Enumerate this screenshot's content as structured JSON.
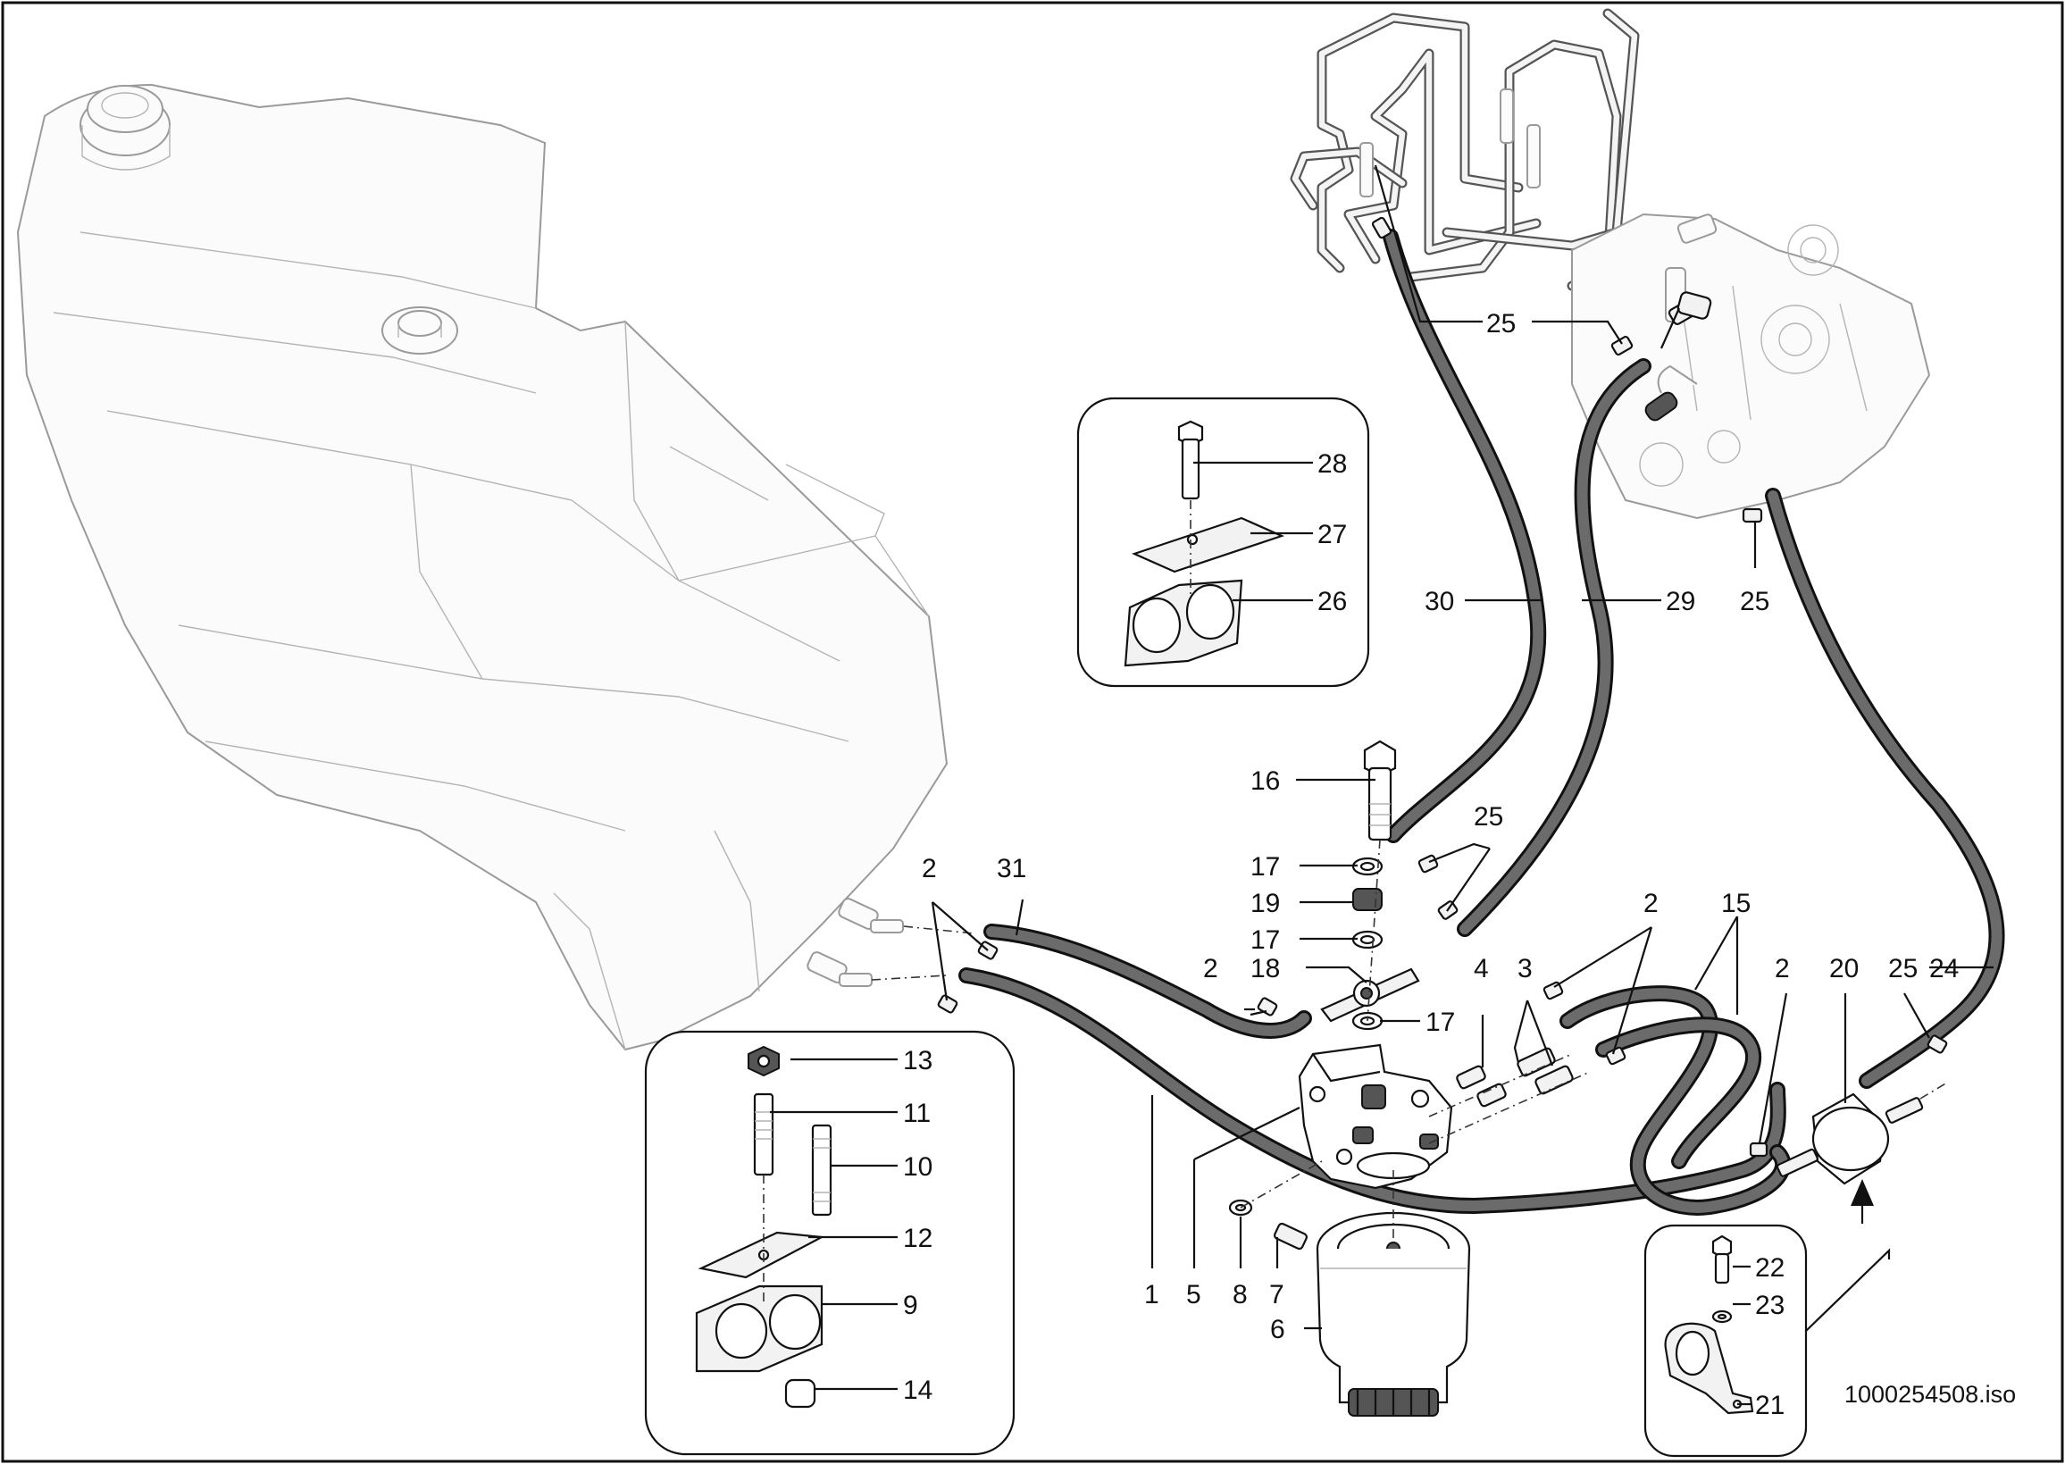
{
  "callouts": [
    {
      "id": "c-25-top",
      "text": "25"
    },
    {
      "id": "c-28",
      "text": "28"
    },
    {
      "id": "c-27",
      "text": "27"
    },
    {
      "id": "c-26",
      "text": "26"
    },
    {
      "id": "c-30",
      "text": "30"
    },
    {
      "id": "c-29",
      "text": "29"
    },
    {
      "id": "c-25-pump",
      "text": "25"
    },
    {
      "id": "c-16",
      "text": "16"
    },
    {
      "id": "c-25-mid",
      "text": "25"
    },
    {
      "id": "c-17-a",
      "text": "17"
    },
    {
      "id": "c-19",
      "text": "19"
    },
    {
      "id": "c-17-b",
      "text": "17"
    },
    {
      "id": "c-18",
      "text": "18"
    },
    {
      "id": "c-17-c",
      "text": "17"
    },
    {
      "id": "c-2-31",
      "text": "2"
    },
    {
      "id": "c-31",
      "text": "31"
    },
    {
      "id": "c-2-left",
      "text": "2"
    },
    {
      "id": "c-4",
      "text": "4"
    },
    {
      "id": "c-3",
      "text": "3"
    },
    {
      "id": "c-2-right",
      "text": "2"
    },
    {
      "id": "c-15",
      "text": "15"
    },
    {
      "id": "c-2-far",
      "text": "2"
    },
    {
      "id": "c-20",
      "text": "20"
    },
    {
      "id": "c-25-24",
      "text": "25"
    },
    {
      "id": "c-24",
      "text": "24"
    },
    {
      "id": "c-13",
      "text": "13"
    },
    {
      "id": "c-11",
      "text": "11"
    },
    {
      "id": "c-10",
      "text": "10"
    },
    {
      "id": "c-12",
      "text": "12"
    },
    {
      "id": "c-9",
      "text": "9"
    },
    {
      "id": "c-14",
      "text": "14"
    },
    {
      "id": "c-1",
      "text": "1"
    },
    {
      "id": "c-5",
      "text": "5"
    },
    {
      "id": "c-8",
      "text": "8"
    },
    {
      "id": "c-7",
      "text": "7"
    },
    {
      "id": "c-6",
      "text": "6"
    },
    {
      "id": "c-22",
      "text": "22"
    },
    {
      "id": "c-23",
      "text": "23"
    },
    {
      "id": "c-21",
      "text": "21"
    }
  ],
  "document_id": "1000254508.iso"
}
